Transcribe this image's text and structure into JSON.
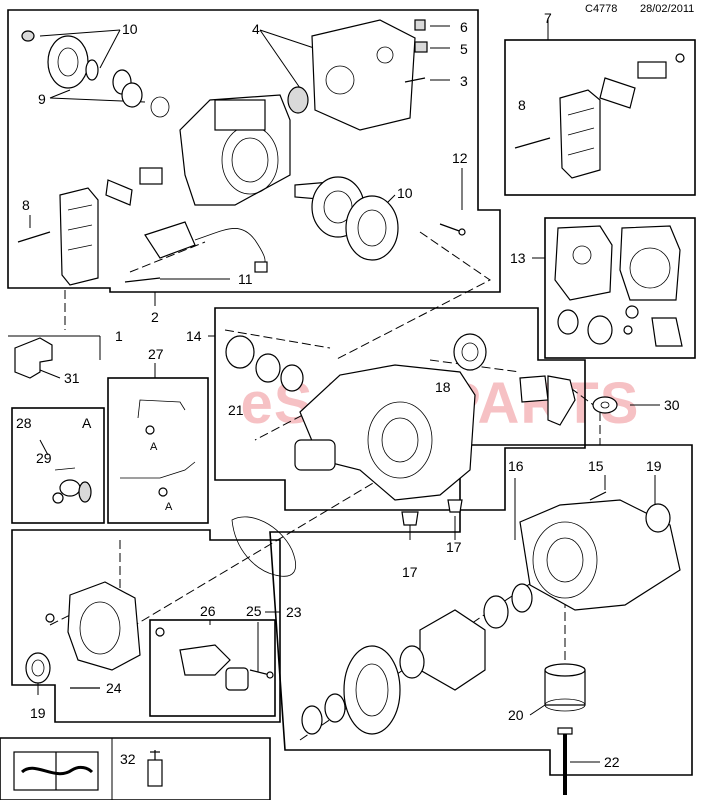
{
  "header": {
    "diagram_code": "C4778",
    "date": "28/02/2011"
  },
  "watermark": {
    "prefix": "e",
    "brand_mid": "SAAB",
    "brand_tail": "PARTS",
    "color": "#e0202a"
  },
  "callouts": {
    "c1": "1",
    "c2": "2",
    "c3": "3",
    "c4": "4",
    "c5": "5",
    "c6": "6",
    "c7": "7",
    "c8a": "8",
    "c8b": "8",
    "c9": "9",
    "c10a": "10",
    "c10b": "10",
    "c11": "11",
    "c12": "12",
    "c13": "13",
    "c14": "14",
    "c15": "15",
    "c16": "16",
    "c17a": "17",
    "c17b": "17",
    "c18": "18",
    "c19a": "19",
    "c19b": "19",
    "c20": "20",
    "c21": "21",
    "c22": "22",
    "c23": "23",
    "c24": "24",
    "c25": "25",
    "c26": "26",
    "c27": "27",
    "c28": "28",
    "c29": "29",
    "c30": "30",
    "c31": "31",
    "c32": "32",
    "boxA": "A",
    "subA1": "A",
    "subA2": "A"
  },
  "icons": {
    "manual": "book-with-wrench-icon",
    "grease": "grease-gun-icon"
  }
}
